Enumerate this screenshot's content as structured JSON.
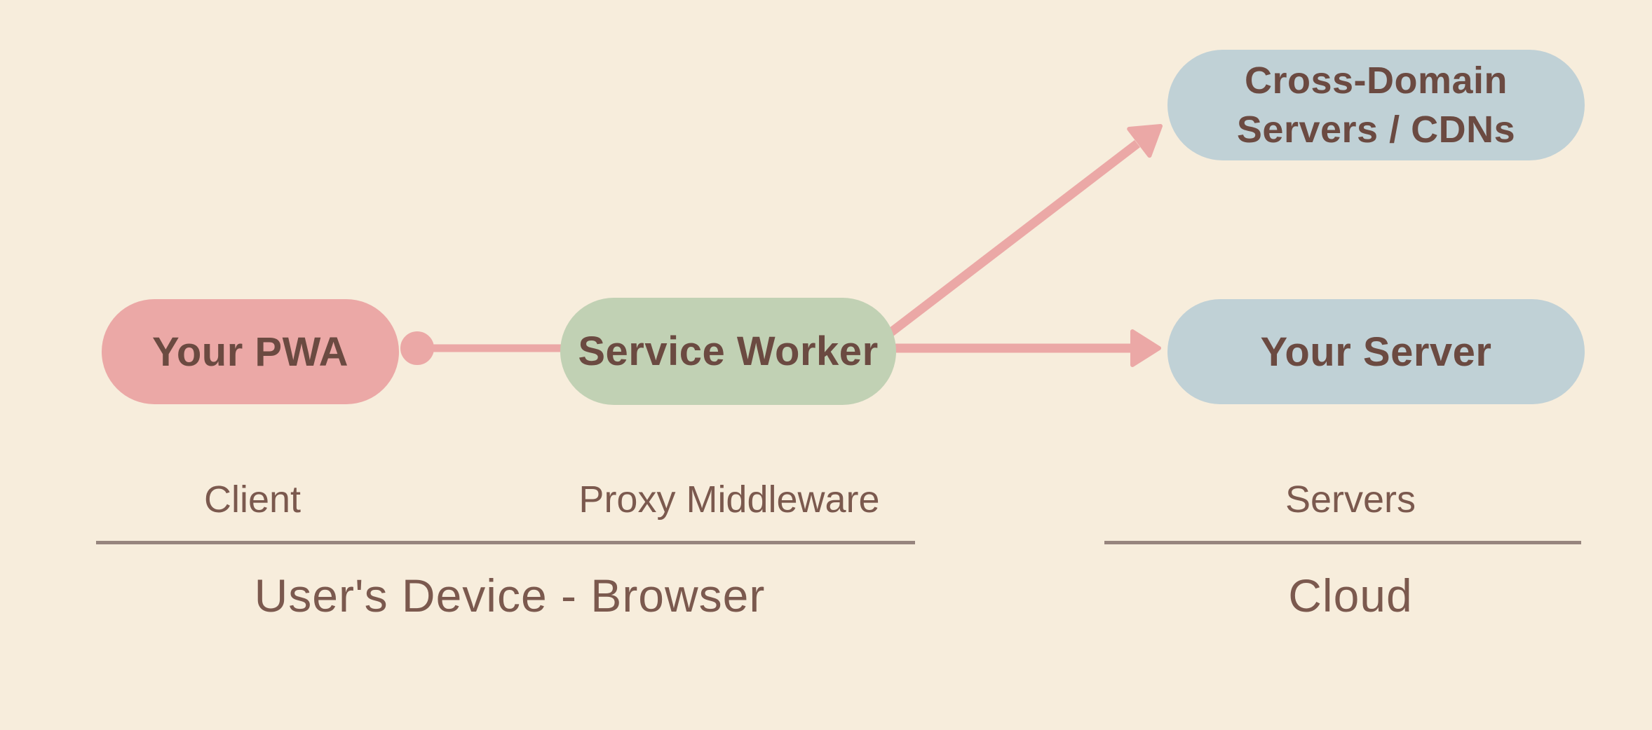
{
  "diagram": {
    "title_hint": "PWA service worker proxy architecture diagram",
    "nodes": {
      "pwa": {
        "label": "Your PWA"
      },
      "service_worker": {
        "label": "Service Worker"
      },
      "cross_domain": {
        "line1": "Cross-Domain",
        "line2": "Servers / CDNs"
      },
      "your_server": {
        "label": "Your Server"
      }
    },
    "zone_labels": {
      "client": "Client",
      "proxy": "Proxy Middleware",
      "servers": "Servers"
    },
    "group_labels": {
      "device": "User's Device - Browser",
      "cloud": "Cloud"
    },
    "edges": [
      {
        "from": "pwa",
        "to": "service_worker",
        "style": "line-with-dot"
      },
      {
        "from": "service_worker",
        "to": "cross_domain",
        "style": "arrow"
      },
      {
        "from": "service_worker",
        "to": "your_server",
        "style": "arrow"
      }
    ]
  },
  "colors": {
    "background": "#F7EDDC",
    "pink": "#EBA8A6",
    "green": "#C1D1B4",
    "blue": "#C0D1D6",
    "accent": "#EBA8A6",
    "text_dark": "#6B4A41",
    "label": "#7B594E",
    "divider": "#97857E"
  }
}
